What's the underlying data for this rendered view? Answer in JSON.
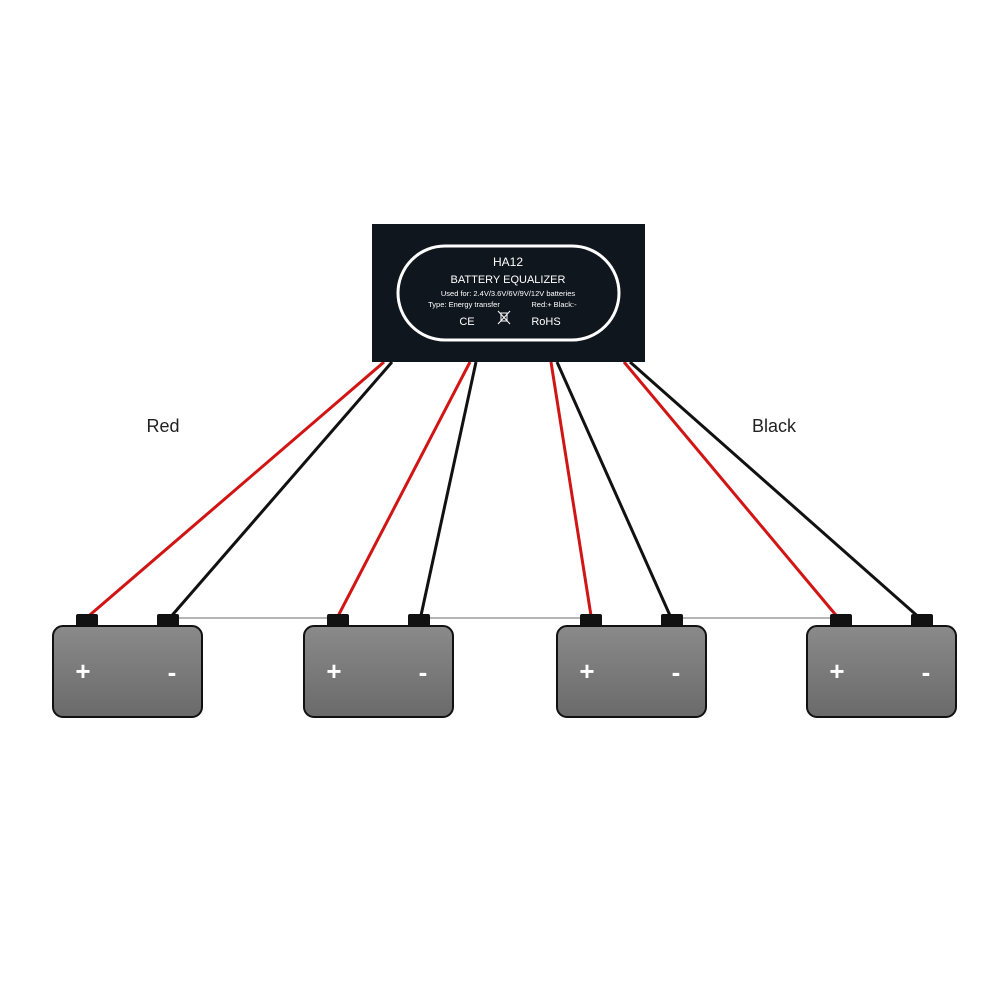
{
  "labels": {
    "left": "Red",
    "right": "Black"
  },
  "device": {
    "model": "HA12",
    "name": "BATTERY EQUALIZER",
    "used_for": "Used for: 2.4V/3.6V/6V/9V/12V batteries",
    "type": "Type: Energy transfer",
    "polarity": "Red:+ Black:-",
    "ce_mark": "CE",
    "rohs": "RoHS"
  },
  "batteries": [
    {
      "plus": "+",
      "minus": "-"
    },
    {
      "plus": "+",
      "minus": "-"
    },
    {
      "plus": "+",
      "minus": "-"
    },
    {
      "plus": "+",
      "minus": "-"
    }
  ],
  "colors": {
    "red_wire": "#d11414",
    "black_wire": "#111111",
    "battery": "#7a7a7a",
    "device": "#10161e"
  }
}
